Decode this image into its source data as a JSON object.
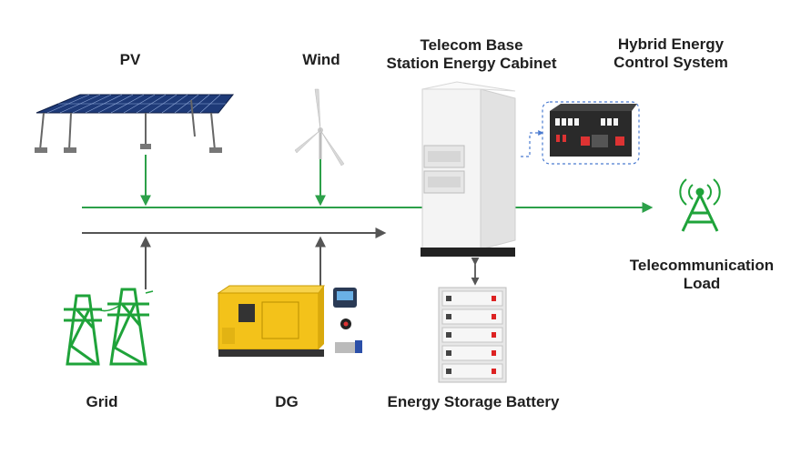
{
  "labels": {
    "pv": "PV",
    "wind": "Wind",
    "cabinet_line1": "Telecom Base",
    "cabinet_line2": "Station Energy Cabinet",
    "hybrid_line1": "Hybrid Energy",
    "hybrid_line2": "Control System",
    "telecom_line1": "Telecommunication",
    "telecom_line2": "Load",
    "grid": "Grid",
    "dg": "DG",
    "battery": "Energy Storage Battery"
  },
  "colors": {
    "green_line": "#2ca049",
    "gray_line": "#555555",
    "generator_yellow": "#f3c21a",
    "tower_green": "#1fa33a",
    "cabinet_white": "#f2f2f2",
    "dashed_blue": "#4a7bd0"
  },
  "icons": [
    "solar-panel-icon",
    "wind-turbine-icon",
    "transmission-tower-icon",
    "diesel-generator-icon",
    "antenna-tower-icon"
  ]
}
